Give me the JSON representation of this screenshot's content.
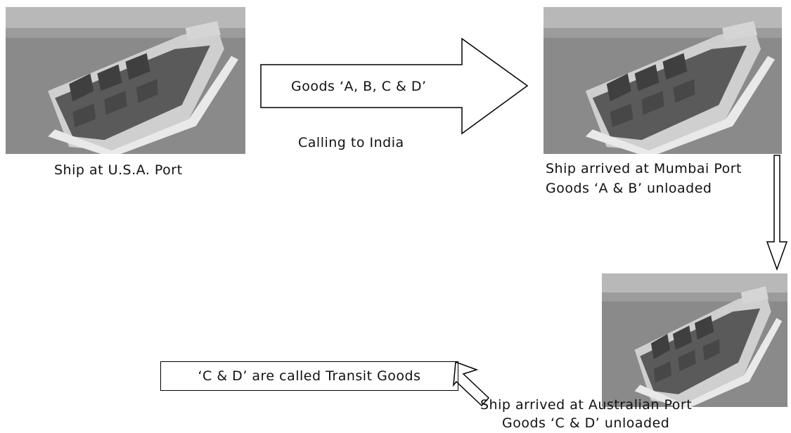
{
  "ships": [
    {
      "caption_lines": [
        "Ship at U.S.A. Port"
      ]
    },
    {
      "caption_lines": [
        "Ship arrived at Mumbai Port",
        "Goods ‘A & B’ unloaded"
      ]
    },
    {
      "caption_lines": [
        "Ship arrived at Australian Port",
        "Goods ‘C & D’ unloaded"
      ]
    }
  ],
  "arrow_main": {
    "label": "Goods ‘A, B, C & D’",
    "sub_label": "Calling to India"
  },
  "transit_box": {
    "text": "‘C & D’ are called Transit Goods"
  },
  "colors": {
    "sea": "#7a7a7a",
    "sky": "#b9b9b9",
    "hull": "#dedede",
    "outline": "#000000"
  }
}
